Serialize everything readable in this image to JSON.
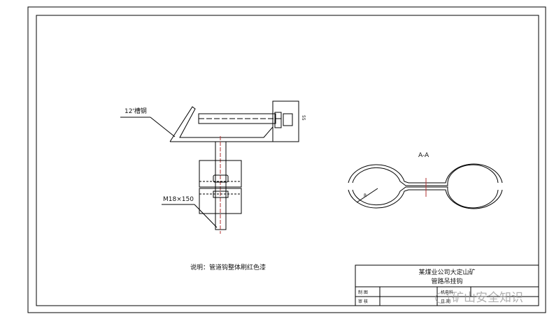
{
  "labels": {
    "channel_steel": "12'槽钢",
    "bolt_spec": "M18×150",
    "dim_55": "55",
    "section": "A-A",
    "radius": "R",
    "note": "说明：管道钩整体刷红色漆"
  },
  "title_block": {
    "company": "某煤业公司大定山矿",
    "drawing_name": "管路吊挂钩",
    "drawn_by_label": "制  图",
    "checked_by_label": "审  核",
    "department": "机电科",
    "date_label": "日  期"
  },
  "watermark": "矿山安全知识",
  "colors": {
    "line": "#000000",
    "centerline": "#b03030"
  }
}
